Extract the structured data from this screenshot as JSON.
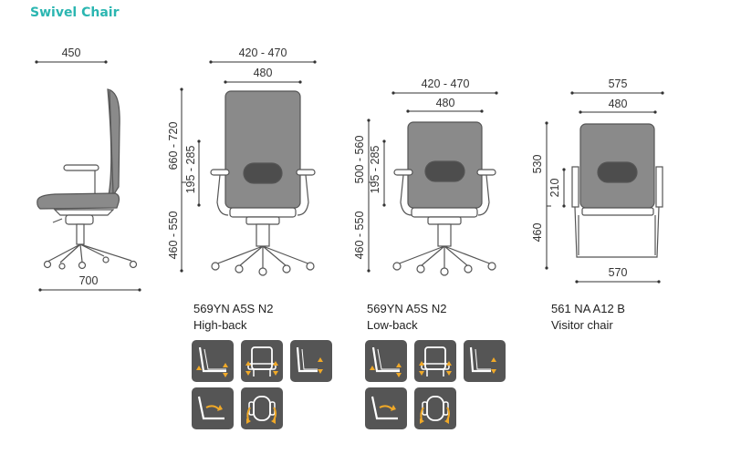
{
  "title": "Swivel Chair",
  "dimensions": {
    "side_top": "450",
    "side_bottom": "700",
    "hb_top_outer": "420 - 470",
    "hb_top_inner": "480",
    "hb_left_upper": "660 - 720",
    "hb_left_mid": "195 - 285",
    "hb_left_lower": "460 - 550",
    "lb_top_outer": "420 - 470",
    "lb_top_inner": "480",
    "lb_left_upper": "500 - 560",
    "lb_left_mid": "195 - 285",
    "lb_left_lower": "460 - 550",
    "vc_top_outer": "575",
    "vc_top_inner": "480",
    "vc_left_upper": "530",
    "vc_left_mid": "210",
    "vc_left_lower": "460",
    "vc_bottom": "570"
  },
  "models": [
    {
      "code": "569YN A5S N2",
      "name": "High-back"
    },
    {
      "code": "569YN A5S N2",
      "name": "Low-back"
    },
    {
      "code": "561 NA A12 B",
      "name": "Visitor chair"
    }
  ],
  "colors": {
    "title": "#2bb6b1",
    "tile": "#555555",
    "arrow": "#f0a928",
    "chair_fill": "#8a8a8a"
  },
  "icons": [
    "backrest-tilt-icon",
    "armrest-height-icon",
    "seat-depth-icon",
    "tilt-lock-icon",
    "armrest-rotation-icon"
  ]
}
